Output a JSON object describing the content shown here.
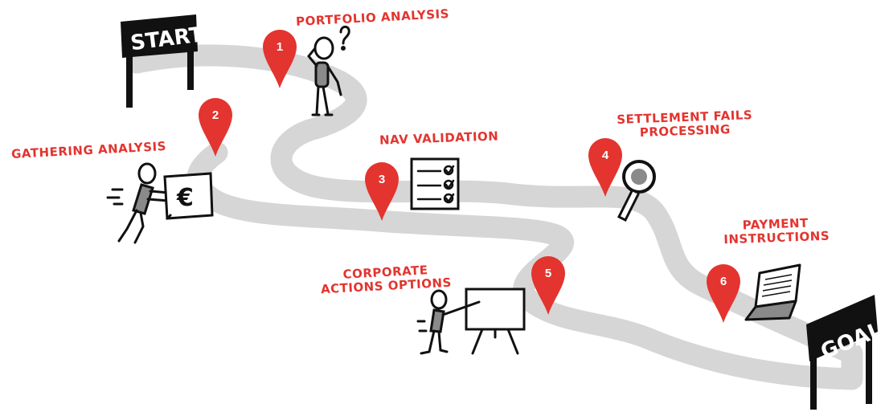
{
  "colors": {
    "road": "#d6d6d6",
    "pin": "#e3342f",
    "ink": "#111111",
    "label": "#e3342f"
  },
  "signs": {
    "start": "START",
    "goal": "GOAL"
  },
  "steps": [
    {
      "number": "1",
      "label": "PORTFOLIO ANALYSIS",
      "icon": "thinking-person-icon"
    },
    {
      "number": "2",
      "label": "GATHERING ANALYSIS",
      "icon": "person-pushing-euro-icon"
    },
    {
      "number": "3",
      "label": "NAV VALIDATION",
      "icon": "checklist-icon"
    },
    {
      "number": "4",
      "label": "SETTLEMENT FAILS PROCESSING",
      "icon": "magnifier-icon"
    },
    {
      "number": "5",
      "label": "CORPORATE ACTIONS OPTIONS",
      "icon": "presenter-icon"
    },
    {
      "number": "6",
      "label": "PAYMENT INSTRUCTIONS",
      "icon": "laptop-icon"
    }
  ]
}
